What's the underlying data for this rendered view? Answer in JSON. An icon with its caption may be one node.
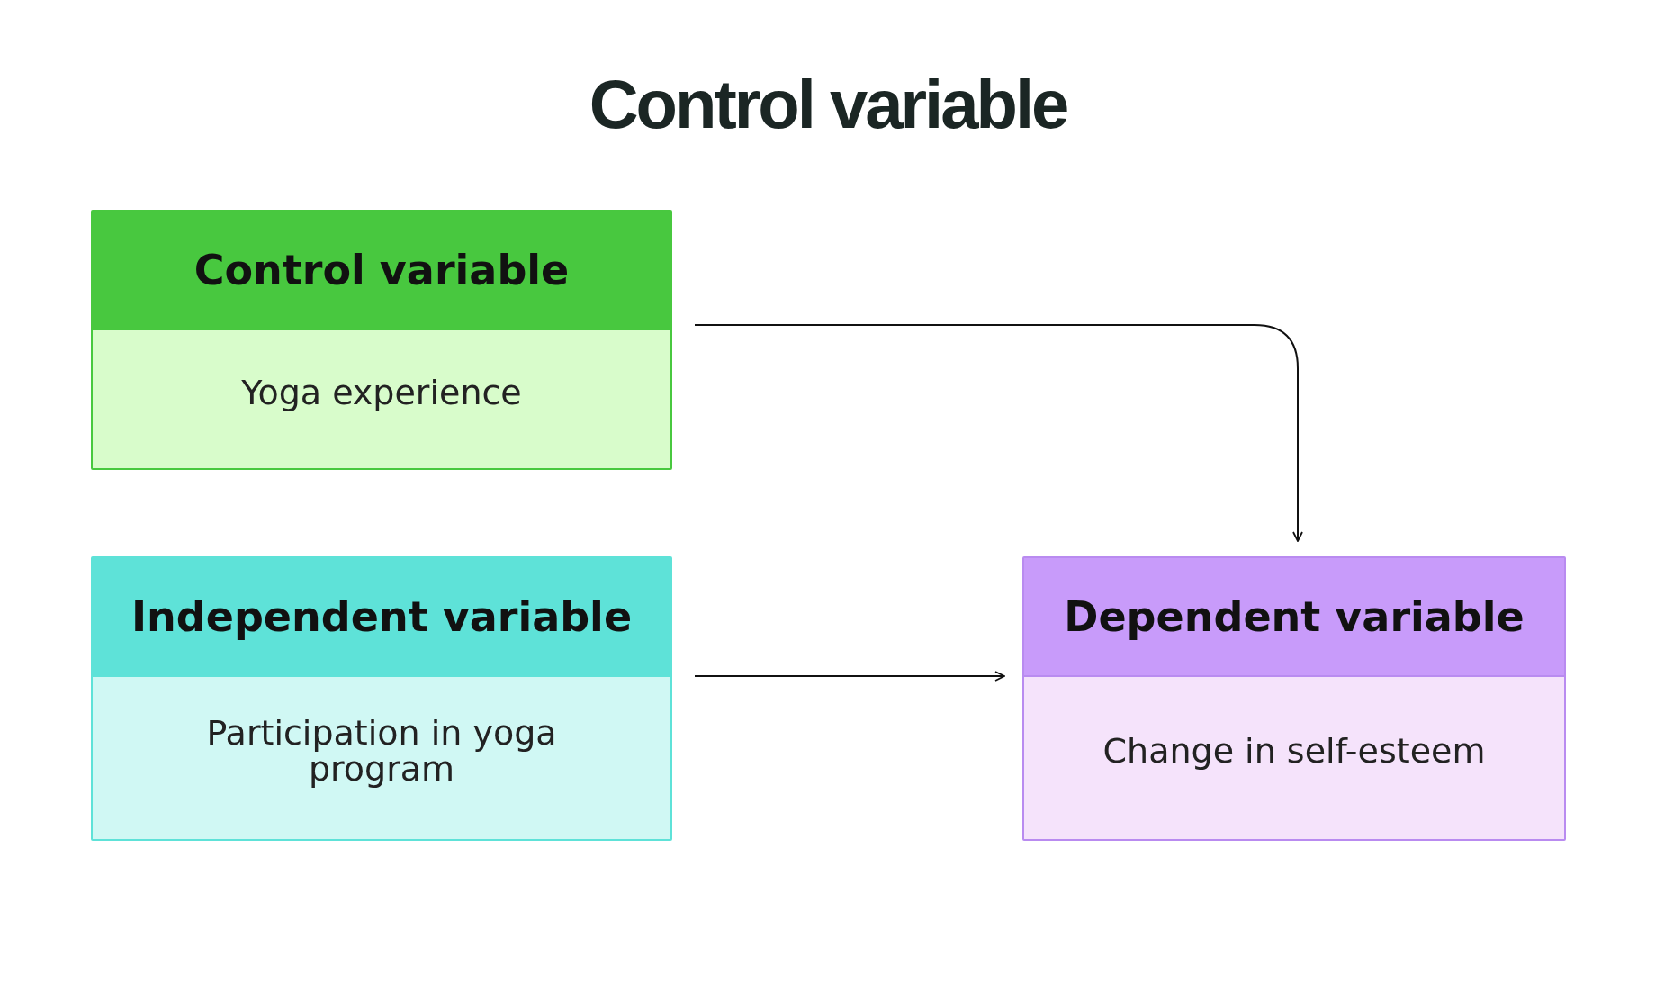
{
  "diagram": {
    "title": "Control variable",
    "nodes": [
      {
        "text": [
          "Control variable",
          "Yoga experience"
        ]
      },
      {
        "text": [
          "Independent variable",
          "Participation in yoga program"
        ]
      },
      {
        "text": [
          "Dependent variable",
          "Change in self-esteem"
        ]
      }
    ],
    "edges": [
      {
        "from": 0,
        "to": 2,
        "arrow": "to"
      },
      {
        "from": 1,
        "to": 2,
        "arrow": "to"
      }
    ]
  }
}
